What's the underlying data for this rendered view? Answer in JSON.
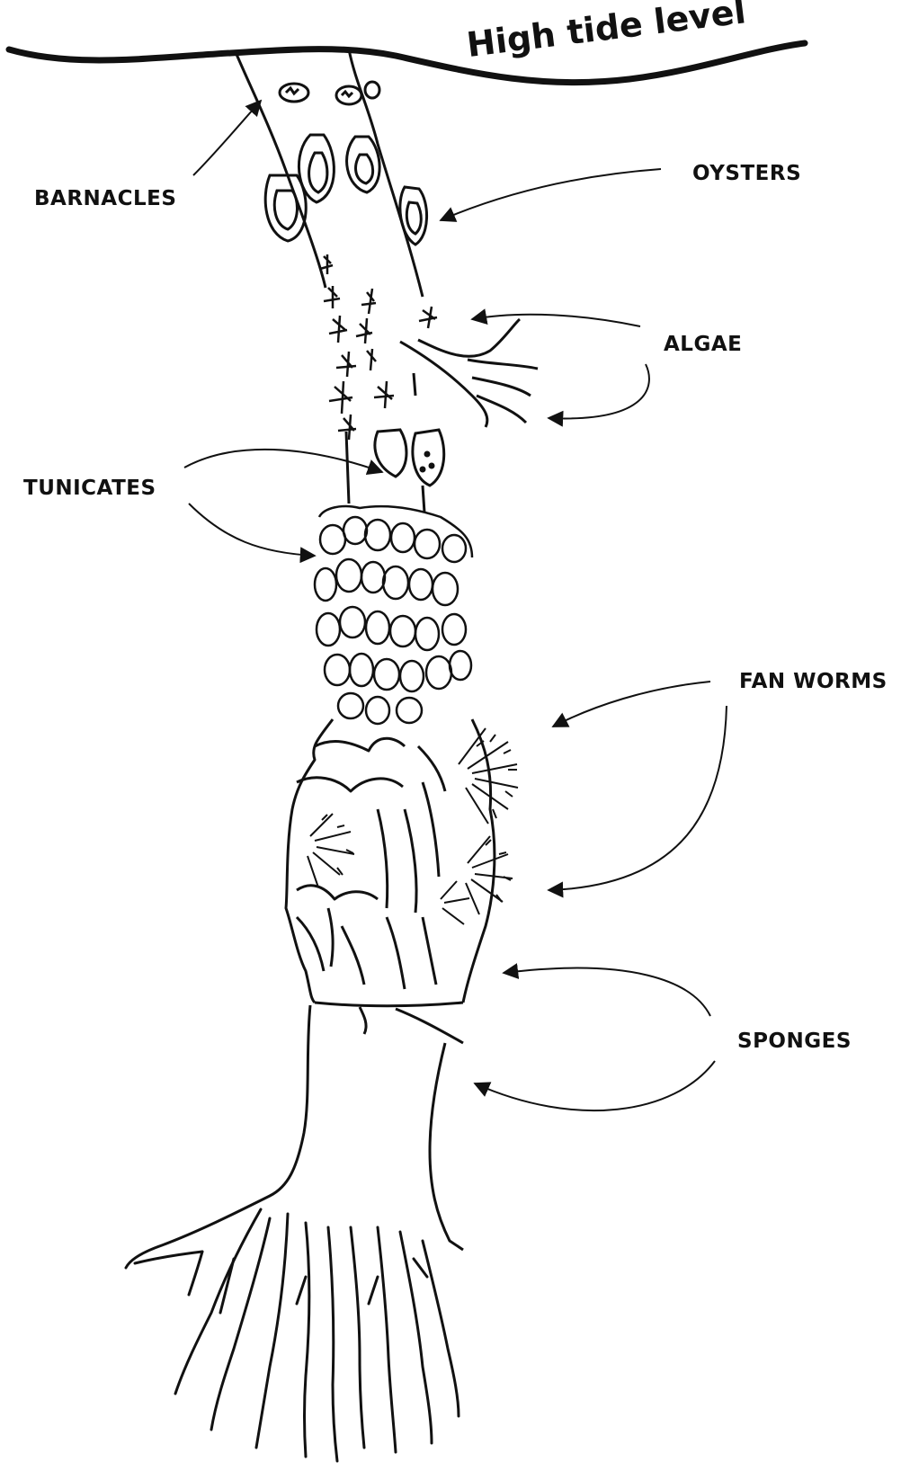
{
  "diagram": {
    "tide_label": "High tide level",
    "labels": {
      "barnacles": "BARNACLES",
      "oysters": "OYSTERS",
      "algae": "ALGAE",
      "tunicates": "TUNICATES",
      "fan_worms": "FAN WORMS",
      "sponges": "SPONGES"
    },
    "line_color": "#111111",
    "background": "#ffffff"
  }
}
